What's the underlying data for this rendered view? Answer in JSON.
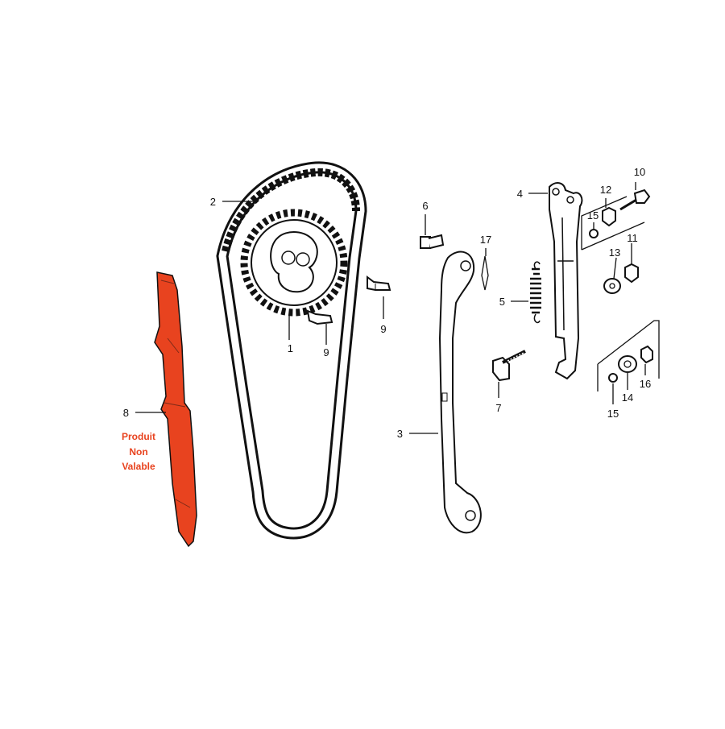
{
  "callouts": {
    "c1": "1",
    "c2": "2",
    "c3": "3",
    "c4": "4",
    "c5": "5",
    "c6": "6",
    "c7": "7",
    "c8": "8",
    "c9a": "9",
    "c9b": "9",
    "c10": "10",
    "c11": "11",
    "c12": "12",
    "c13": "13",
    "c14": "14",
    "c15a": "15",
    "c15b": "15",
    "c16": "16",
    "c17": "17"
  },
  "note": {
    "line1": "Produit",
    "line2": "Non",
    "line3": "Valable"
  },
  "colors": {
    "highlight": "#e8431f",
    "ink": "#111111",
    "background": "#ffffff"
  }
}
